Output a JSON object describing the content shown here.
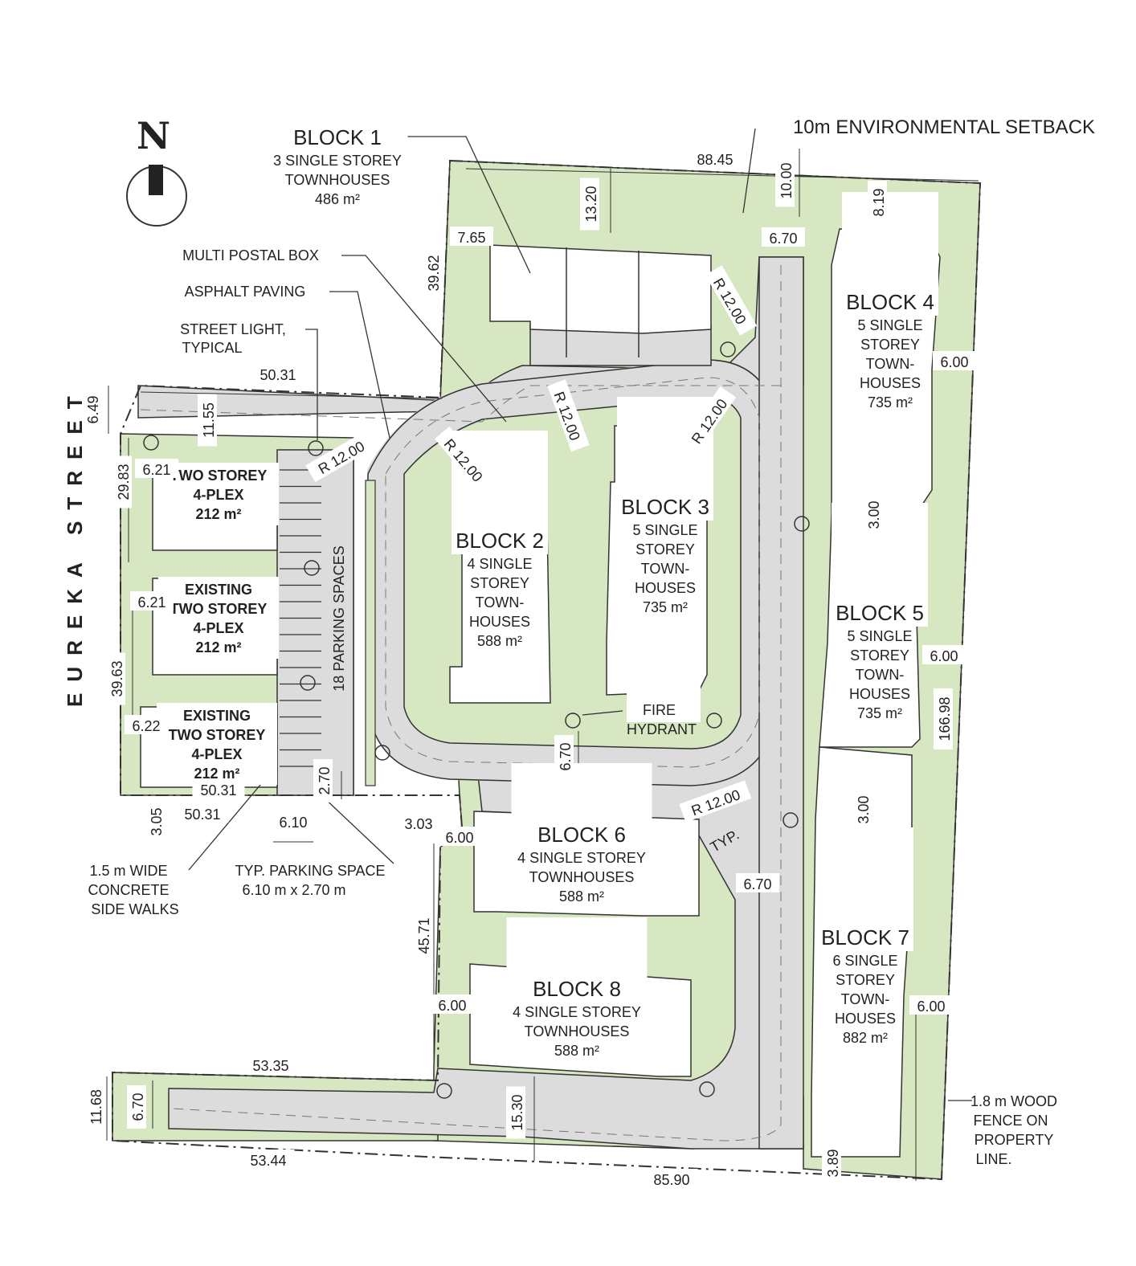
{
  "north_label": "N",
  "street_name": "EUREKA STREET",
  "setback_label": "10m ENVIRONMENTAL SETBACK",
  "colors": {
    "green": "#d6e7c2",
    "paving": "#dcdcdc",
    "building": "#ffffff",
    "line": "#333333"
  },
  "blocks": [
    {
      "id": "block-1",
      "title": "BLOCK 1",
      "lines": [
        "3 SINGLE STOREY",
        "TOWNHOUSES",
        "486 m²"
      ]
    },
    {
      "id": "block-2",
      "title": "BLOCK 2",
      "lines": [
        "4 SINGLE",
        "STOREY",
        "TOWN-",
        "HOUSES",
        "588 m²"
      ]
    },
    {
      "id": "block-3",
      "title": "BLOCK 3",
      "lines": [
        "5 SINGLE",
        "STOREY",
        "TOWN-",
        "HOUSES",
        "735 m²"
      ]
    },
    {
      "id": "block-4",
      "title": "BLOCK 4",
      "lines": [
        "5 SINGLE",
        "STOREY",
        "TOWN-",
        "HOUSES",
        "735 m²"
      ]
    },
    {
      "id": "block-5",
      "title": "BLOCK 5",
      "lines": [
        "5 SINGLE",
        "STOREY",
        "TOWN-",
        "HOUSES",
        "735 m²"
      ]
    },
    {
      "id": "block-6",
      "title": "BLOCK 6",
      "lines": [
        "4 SINGLE STOREY",
        "TOWNHOUSES",
        "588 m²"
      ]
    },
    {
      "id": "block-7",
      "title": "BLOCK 7",
      "lines": [
        "6 SINGLE",
        "STOREY",
        "TOWN-",
        "HOUSES",
        "882 m²"
      ]
    },
    {
      "id": "block-8",
      "title": "BLOCK 8",
      "lines": [
        "4 SINGLE STOREY",
        "TOWNHOUSES",
        "588 m²"
      ]
    }
  ],
  "plexes": [
    {
      "id": "plex-1",
      "lines": [
        "TWO STOREY",
        "4-PLEX",
        "212 m²"
      ]
    },
    {
      "id": "plex-2",
      "lines": [
        "EXISTING",
        "TWO STOREY",
        "4-PLEX",
        "212 m²"
      ]
    },
    {
      "id": "plex-3",
      "lines": [
        "EXISTING",
        "TWO STOREY",
        "4-PLEX",
        "212 m²"
      ]
    }
  ],
  "notes": {
    "multi_postal_box": "MULTI POSTAL BOX",
    "asphalt_paving": "ASPHALT PAVING",
    "street_light": [
      "STREET LIGHT,",
      "TYPICAL"
    ],
    "parking": "18 PARKING SPACES",
    "fire_hydrant": [
      "FIRE",
      "HYDRANT"
    ],
    "sidewalks": [
      "1.5 m WIDE",
      "CONCRETE",
      "SIDE WALKS"
    ],
    "typ_parking": [
      "TYP. PARKING SPACE",
      "6.10 m x 2.70 m"
    ],
    "fence": [
      "1.8 m WOOD",
      "FENCE ON",
      "PROPERTY",
      "LINE."
    ],
    "typ": "TYP."
  },
  "dimensions": {
    "d_88_45": "88.45",
    "d_10_00": "10.00",
    "d_8_19": "8.19",
    "d_13_20": "13.20",
    "d_7_65": "7.65",
    "d_39_62": "39.62",
    "d_6_70_top": "6.70",
    "d_r12_a": "R 12.00",
    "d_r12_b": "R 12.00",
    "d_r12_c": "R 12.00",
    "d_r12_d": "R 12.00",
    "d_r12_e": "R 12.00",
    "d_r12_f": "R 12.00",
    "d_50_31_top": "50.31",
    "d_6_49": "6.49",
    "d_11_55": "11.55",
    "d_29_83": "29.83",
    "d_6_21_a": "6.21",
    "d_6_21_b": "6.21",
    "d_39_63": "39.63",
    "d_6_22": "6.22",
    "d_50_31_mid": "50.31",
    "d_50_31_bot": "50.31",
    "d_3_05": "3.05",
    "d_6_10": "6.10",
    "d_2_70": "2.70",
    "d_3_03": "3.03",
    "d_6_00_a": "6.00",
    "d_6_70_mid": "6.70",
    "d_6_00_b4": "6.00",
    "d_3_00_a": "3.00",
    "d_6_00_b5": "6.00",
    "d_166_98": "166.98",
    "d_3_00_b": "3.00",
    "d_6_70_low": "6.70",
    "d_45_71": "45.71",
    "d_6_00_c": "6.00",
    "d_6_00_b7": "6.00",
    "d_53_35": "53.35",
    "d_11_68": "11.68",
    "d_6_70_left": "6.70",
    "d_15_30": "15.30",
    "d_53_44": "53.44",
    "d_85_90": "85.90",
    "d_3_89": "3.89"
  }
}
